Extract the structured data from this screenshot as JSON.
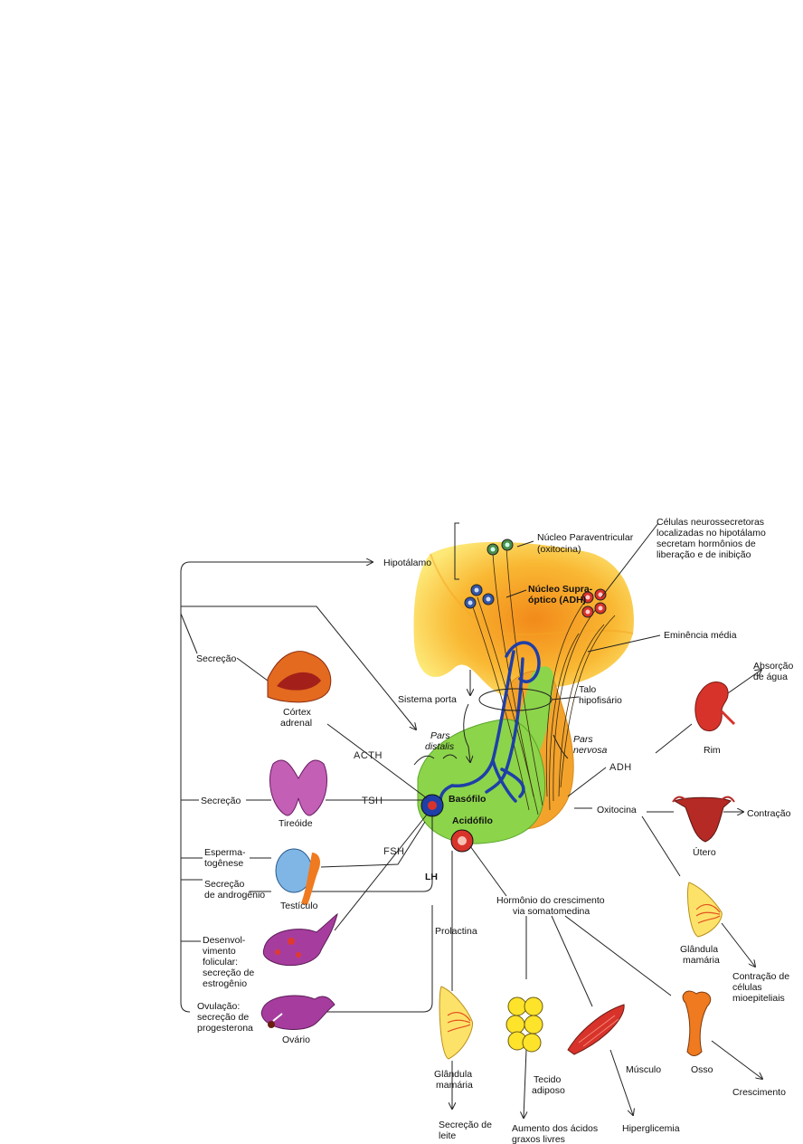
{
  "labels": {
    "hipotalamo": "Hipotálamo",
    "nucleo_paraventricular": [
      "Núcleo Paraventricular",
      "(oxitocina)"
    ],
    "celulas_neurossecretoras": [
      "Células neurossecretoras",
      "localizadas no hipotálamo",
      "secretam hormônios de",
      "liberação e de inibição"
    ],
    "nucleo_supraoptico": [
      "Núcleo Supra-",
      "óptico (ADH)"
    ],
    "eminencia_media": "Eminência média",
    "secrecao_1": "Secreção",
    "sistema_porta": "Sistema porta",
    "talo_hipofisario": [
      "Talo",
      "hipofisário"
    ],
    "absorcao_agua": [
      "Absorção",
      "de água"
    ],
    "cortex_adrenal": [
      "Córtex",
      "adrenal"
    ],
    "pars_distalis": [
      "Pars",
      "distalis"
    ],
    "pars_nervosa": [
      "Pars",
      "nervosa"
    ],
    "rim": "Rim",
    "acth": "ACTH",
    "adh": "ADH",
    "secrecao_2": "Secreção",
    "tsh": "TSH",
    "basofilo": "Basófilo",
    "acidofilo": "Acidófilo",
    "oxitocina": "Oxitocina",
    "contracao": "Contração",
    "tireoide": "Tireóide",
    "utero": "Útero",
    "espermatogenese": [
      "Esperma-",
      "togênese"
    ],
    "fsh": "FSH",
    "secrecao_androgenio": [
      "Secreção",
      "de androgênio"
    ],
    "lh": "LH",
    "testiculo": "Testículo",
    "hormonio_crescimento": [
      "Hormônio do crescimento",
      "via somatomedina"
    ],
    "glandula_mamaria_1": [
      "Glândula",
      "mamária"
    ],
    "prolactina": "Prolactina",
    "desenvolvimento_folicular": [
      "Desenvol-",
      "vimento",
      "folicular:",
      "secreção de",
      "estrogênio"
    ],
    "contracao_celulas": [
      "Contração de",
      "células",
      "mioepiteliais"
    ],
    "ovulacao": [
      "Ovulação:",
      "secreção de",
      "progesterona"
    ],
    "ovario": "Ovário",
    "musculo": "Músculo",
    "osso": "Osso",
    "glandula_mamaria_2": [
      "Glândula",
      "mamária"
    ],
    "tecido_adiposo": [
      "Tecido",
      "adiposo"
    ],
    "crescimento": "Crescimento",
    "secrecao_leite": [
      "Secreção de",
      "leite"
    ],
    "aumento_acidos": [
      "Aumento dos ácidos",
      "graxos livres"
    ],
    "hiperglicemia": "Hiperglicemia"
  },
  "colors": {
    "hypothalamus_orange": "#f5a623",
    "hypothalamus_yellow": "#fde26a",
    "adenohypophysis_green": "#8cd44a",
    "neurohypophysis_orange": "#f3a32c",
    "portal_blue": "#1f3fa8",
    "organ_red": "#d8332b",
    "organ_purple": "#a63d9e"
  }
}
